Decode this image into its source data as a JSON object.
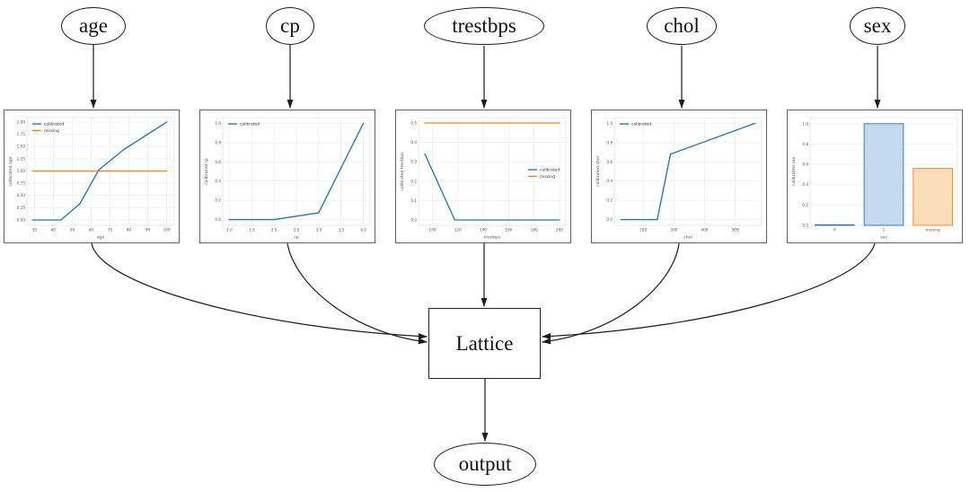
{
  "diagram": {
    "input_nodes": [
      {
        "label": "age"
      },
      {
        "label": "cp"
      },
      {
        "label": "trestbps"
      },
      {
        "label": "chol"
      },
      {
        "label": "sex"
      }
    ],
    "lattice_label": "Lattice",
    "output_label": "output",
    "edge_color": "#1c1c1c",
    "accent_blue": "#1f77b4",
    "accent_orange": "#ff7f0e"
  },
  "chart_data": [
    {
      "type": "line",
      "xlabel": "age",
      "ylabel": "calibrated age",
      "xlim": [
        26,
        104
      ],
      "ylim": [
        -0.11,
        2.09
      ],
      "xticks": [
        30,
        40,
        50,
        60,
        70,
        80,
        90,
        100
      ],
      "xtick_labels": [
        "30",
        "40",
        "50",
        "60",
        "70",
        "80",
        "90",
        "100"
      ],
      "yticks": [
        0,
        0.25,
        0.5,
        0.75,
        1,
        1.25,
        1.5,
        1.75,
        2
      ],
      "ytick_labels": [
        "0.00",
        "0.25",
        "0.50",
        "0.75",
        "1.00",
        "1.25",
        "1.50",
        "1.75",
        "2.00"
      ],
      "grid": true,
      "legend": "upper-left",
      "series": [
        {
          "name": "calibrated",
          "color": "#1f77b4",
          "points": [
            [
              29,
              0
            ],
            [
              44,
              0
            ],
            [
              54,
              0.33
            ],
            [
              64,
              1.02
            ],
            [
              77,
              1.43
            ],
            [
              100,
              2.0
            ]
          ]
        },
        {
          "name": "missing",
          "color": "#ff7f0e",
          "points": [
            [
              29,
              1.0
            ],
            [
              100,
              1.0
            ]
          ]
        }
      ]
    },
    {
      "type": "line",
      "xlabel": "cp",
      "ylabel": "calibrated cp",
      "xlim": [
        0.85,
        4.15
      ],
      "ylim": [
        -0.06,
        1.06
      ],
      "xticks": [
        1,
        1.5,
        2,
        2.5,
        3,
        3.5,
        4
      ],
      "xtick_labels": [
        "1.0",
        "1.5",
        "2.0",
        "2.5",
        "3.0",
        "3.5",
        "4.0"
      ],
      "yticks": [
        0,
        0.2,
        0.4,
        0.6,
        0.8,
        1
      ],
      "ytick_labels": [
        "0.0",
        "0.2",
        "0.4",
        "0.6",
        "0.8",
        "1.0"
      ],
      "grid": true,
      "legend": "upper-left",
      "series": [
        {
          "name": "calibrated",
          "color": "#1f77b4",
          "points": [
            [
              1,
              0
            ],
            [
              2,
              0
            ],
            [
              3,
              0.07
            ],
            [
              4,
              1.0
            ]
          ]
        }
      ]
    },
    {
      "type": "line",
      "xlabel": "trestbps",
      "ylabel": "calibrated trestbps",
      "xlim": [
        89,
        205
      ],
      "ylim": [
        -0.028,
        0.528
      ],
      "xticks": [
        100,
        120,
        140,
        160,
        180,
        200
      ],
      "xtick_labels": [
        "100",
        "120",
        "140",
        "160",
        "180",
        "200"
      ],
      "yticks": [
        0,
        0.1,
        0.2,
        0.3,
        0.4,
        0.5
      ],
      "ytick_labels": [
        "0.0",
        "0.1",
        "0.2",
        "0.3",
        "0.4",
        "0.5"
      ],
      "grid": true,
      "legend": "center-right",
      "series": [
        {
          "name": "calibrated",
          "color": "#1f77b4",
          "points": [
            [
              94,
              0.34
            ],
            [
              117.5,
              0
            ],
            [
              200,
              0
            ]
          ]
        },
        {
          "name": "missing",
          "color": "#ff7f0e",
          "points": [
            [
              94,
              0.5
            ],
            [
              200,
              0.5
            ]
          ]
        }
      ]
    },
    {
      "type": "line",
      "xlabel": "chol",
      "ylabel": "calibrated chol",
      "xlim": [
        106,
        586
      ],
      "ylim": [
        -0.06,
        1.06
      ],
      "xticks": [
        200,
        300,
        400,
        500
      ],
      "xtick_labels": [
        "200",
        "300",
        "400",
        "500"
      ],
      "yticks": [
        0,
        0.2,
        0.4,
        0.6,
        0.8,
        1
      ],
      "ytick_labels": [
        "0.0",
        "0.2",
        "0.4",
        "0.6",
        "0.8",
        "1.0"
      ],
      "grid": true,
      "legend": "upper-left",
      "series": [
        {
          "name": "calibrated",
          "color": "#1f77b4",
          "points": [
            [
              128,
              0
            ],
            [
              246,
              0
            ],
            [
              289,
              0.68
            ],
            [
              564,
              1.0
            ]
          ]
        }
      ]
    },
    {
      "type": "bar",
      "xlabel": "sex",
      "ylabel": "calibrated sex",
      "ylim": [
        0,
        1.06
      ],
      "yticks": [
        0,
        0.2,
        0.4,
        0.6,
        0.8,
        1
      ],
      "ytick_labels": [
        "0.0",
        "0.2",
        "0.4",
        "0.6",
        "0.8",
        "1.0"
      ],
      "categories": [
        "0",
        "1",
        "missing"
      ],
      "values": [
        0.006,
        1.0,
        0.56
      ],
      "bar_fill": [
        "#c3d9ed",
        "#c3d9ed",
        "#fbdcba"
      ],
      "bar_edge": [
        "#1f77b4",
        "#1f77b4",
        "#ff7f0e"
      ],
      "grid": true,
      "legend": null
    }
  ]
}
